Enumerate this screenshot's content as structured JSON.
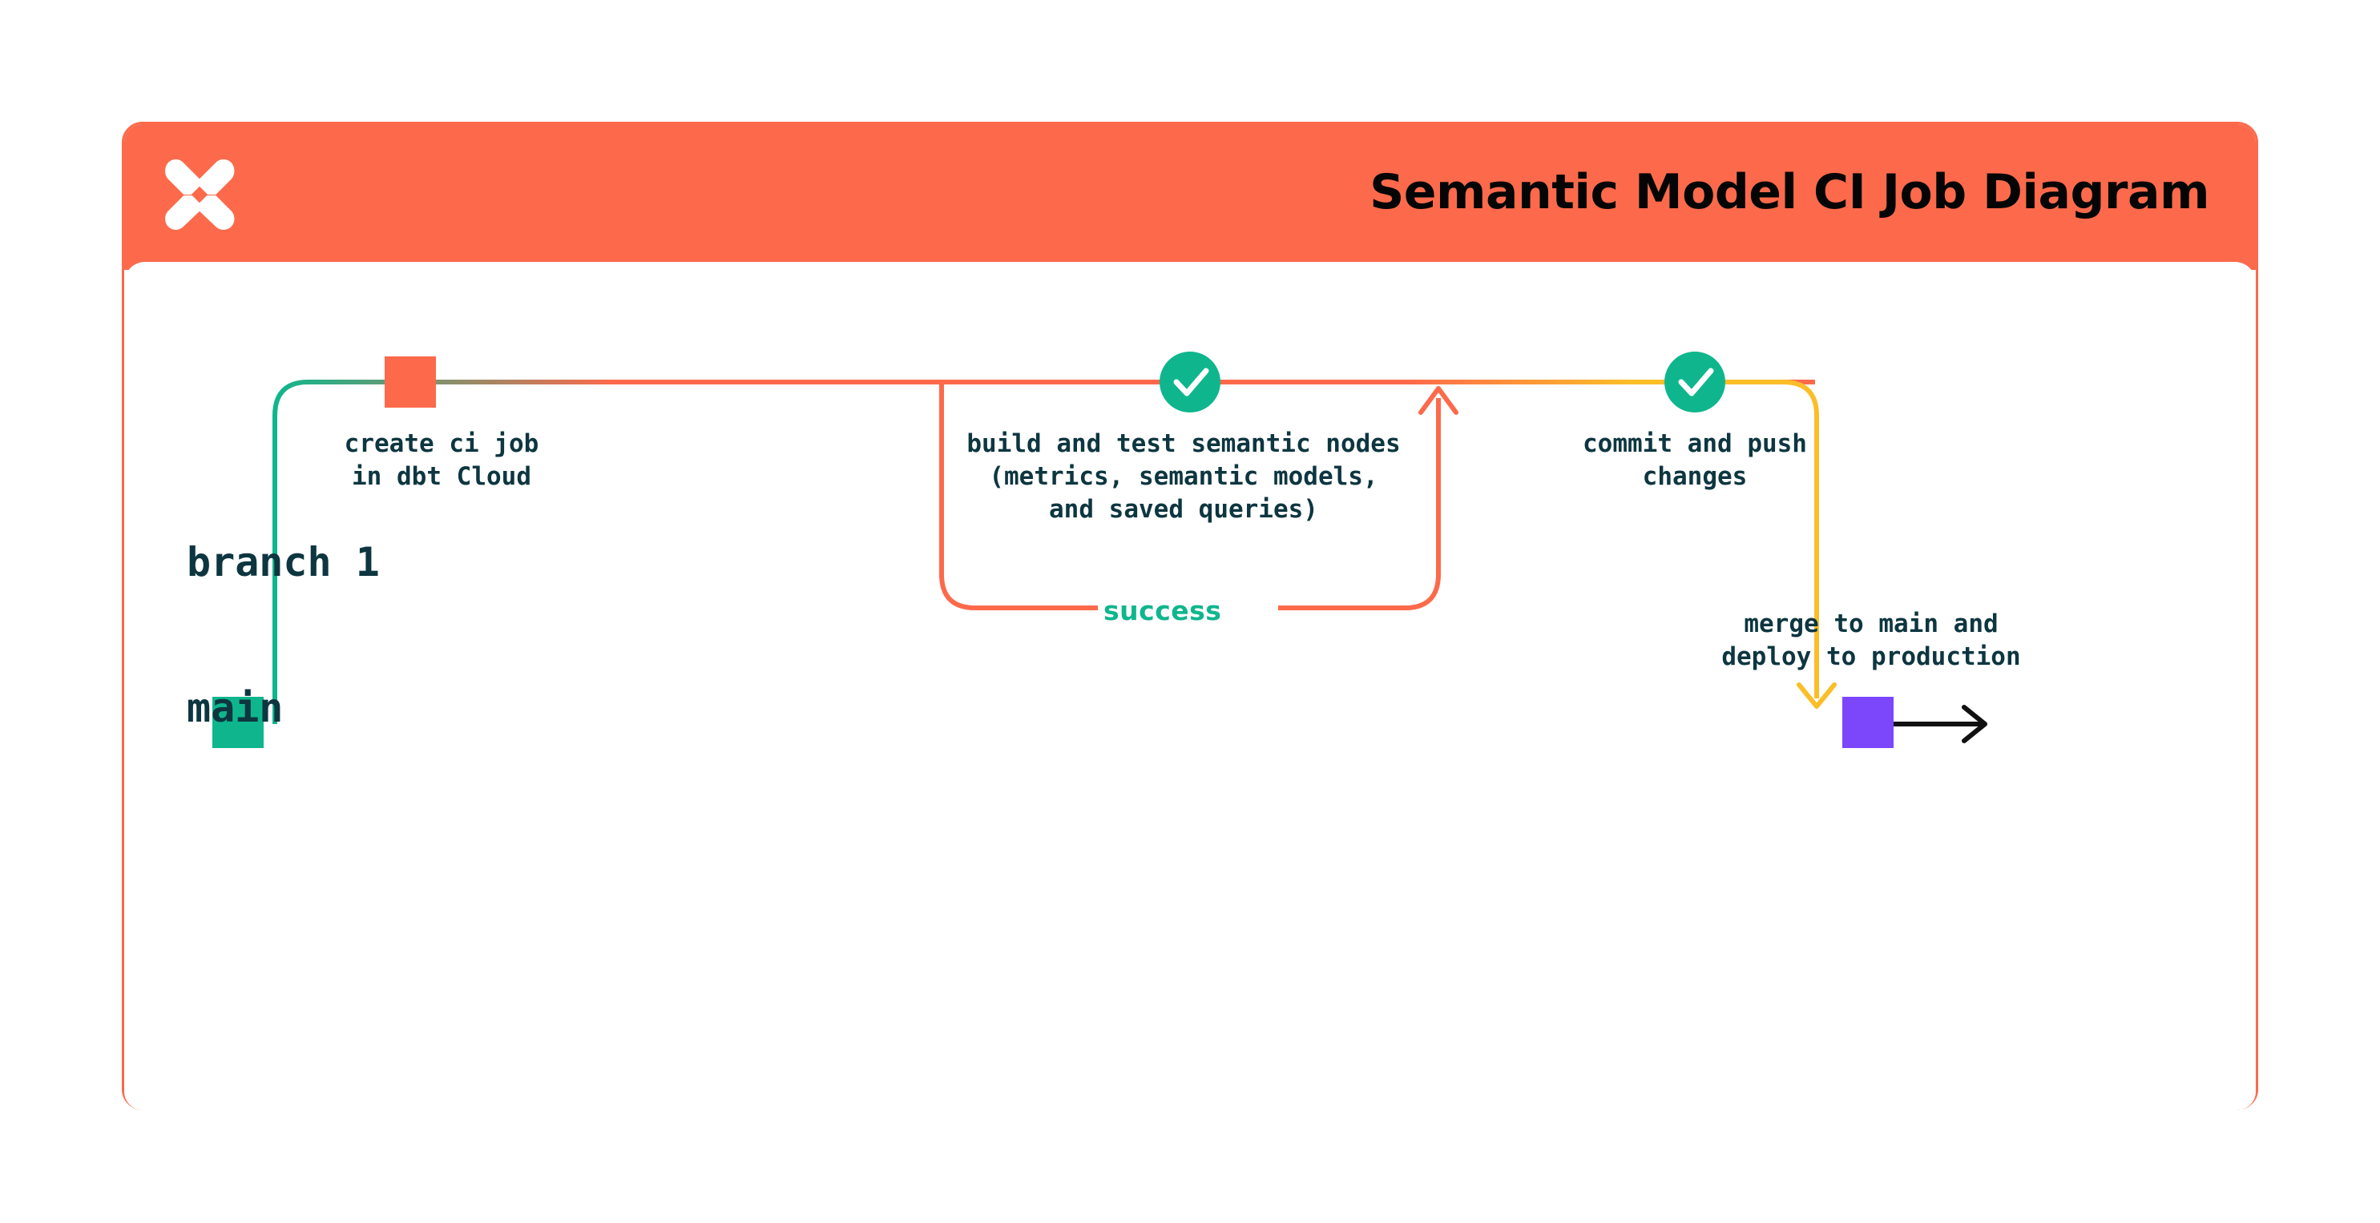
{
  "header": {
    "title": "Semantic Model CI Job Diagram",
    "logo_icon": "dbt-x-logo-icon",
    "background_color": "#FC6A4B",
    "title_color": "#050505"
  },
  "card": {
    "border_color": "#FC6A4B",
    "background_color": "#FFFFFF"
  },
  "branches": [
    {
      "name": "branch 1",
      "line_color_start": "#0FB68D",
      "line_color_end": "#FC6A4B"
    },
    {
      "name": "main",
      "node_color": "#0FB68D",
      "line_color": "#0FB68D"
    }
  ],
  "nodes": [
    {
      "id": "create-ci-job",
      "marker": "square",
      "marker_color": "#FC6A4B",
      "label": "create ci job\nin dbt Cloud",
      "label_color": "#0D3640",
      "branch": "branch 1"
    },
    {
      "id": "build-and-test",
      "marker": "check-circle",
      "marker_color": "#0FB68D",
      "label": "build and test semantic nodes\n(metrics, semantic models,\nand saved queries)",
      "label_color": "#0D3640",
      "branch": "branch 1"
    },
    {
      "id": "commit-and-push",
      "marker": "check-circle",
      "marker_color": "#0FB68D",
      "label": "commit and push\nchanges",
      "label_color": "#0D3640",
      "branch": "branch 1"
    },
    {
      "id": "merge-to-main",
      "marker": "square",
      "marker_color": "#7C46FB",
      "label": "merge to main and\ndeploy to production",
      "label_color": "#0D3640",
      "branch": "main"
    }
  ],
  "edges": [
    {
      "id": "success-loop",
      "label": "success",
      "label_color": "#0FB68D",
      "line_color": "#FC6A4B",
      "arrow": "up"
    },
    {
      "id": "merge-arrow",
      "line_color": "#FBBE28",
      "arrow": "down"
    },
    {
      "id": "main-continues",
      "line_color": "#111111",
      "arrow": "right"
    }
  ],
  "colors": {
    "orange": "#FC6A4B",
    "green": "#0FB68D",
    "yellow": "#FBBE28",
    "purple": "#7C46FB",
    "navy": "#0D3640",
    "black": "#111111"
  }
}
